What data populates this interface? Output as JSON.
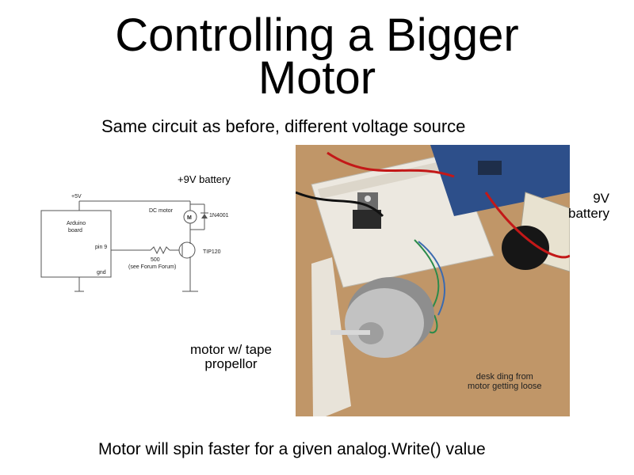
{
  "slide": {
    "title_line1": "Controlling a Bigger",
    "title_line2": "Motor",
    "subtitle": "Same circuit as before, different voltage source",
    "footer": "Motor will spin faster for a given analog.Write() value"
  },
  "labels": {
    "battery_top": "+9V battery",
    "battery_right_line1": "9V",
    "battery_right_line2": "battery",
    "motor_line1": "motor w/ tape",
    "motor_line2": "propellor",
    "desk_line1": "desk ding from",
    "desk_line2": "motor getting loose"
  },
  "schematic": {
    "supply": "+5V",
    "board_line1": "Arduino",
    "board_line2": "board",
    "pin": "pin 9",
    "ground": "gnd",
    "motor_label": "DC motor",
    "motor_symbol": "M",
    "diode": "1N4001",
    "transistor": "TIP120",
    "resistor": "500",
    "resistor_note": "(see Forum Forum)"
  }
}
